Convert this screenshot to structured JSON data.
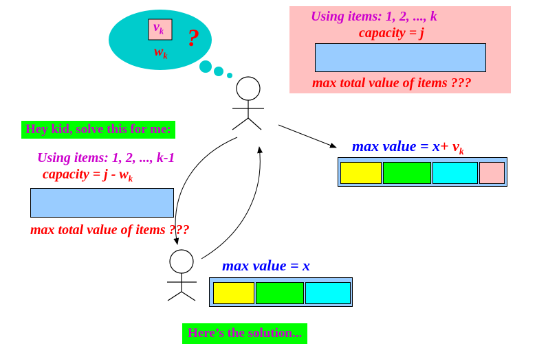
{
  "thought": {
    "v_label": "v",
    "w_label": "w",
    "subscript": "k",
    "question": "?"
  },
  "problem": {
    "line1": "Using items: 1, 2, ..., k",
    "line2": "capacity = j",
    "line3": "max total value of items ???"
  },
  "request": {
    "banner": "Hey kid, solve this for me:",
    "line1": "Using items: 1, 2, ..., k-1",
    "line2_prefix": "capacity = j - w",
    "line2_sub": "k",
    "line3": "max total value of items ???"
  },
  "parent_result": {
    "prefix": "max value = x",
    "plus": "+ v",
    "sub": "k"
  },
  "kid_result": {
    "label": "max value = x"
  },
  "reply": {
    "banner": "Here’s the solution..."
  },
  "colors": {
    "blue_slot": "#99ccff",
    "yellow": "#ffff00",
    "green": "#00ff00",
    "cyan": "#00ffff",
    "pink": "#ffc0c0",
    "thought_cloud": "#00cccc"
  }
}
